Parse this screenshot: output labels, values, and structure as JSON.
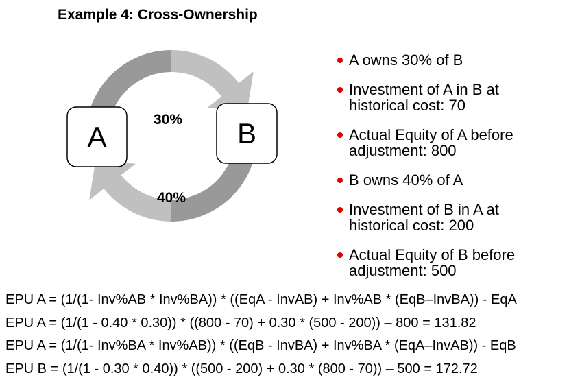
{
  "title": "Example 4: Cross-Ownership",
  "colors": {
    "bullet_dot": "#e00000",
    "arc_dark": "#999999",
    "arc_light": "#c0c0c0",
    "box_fill": "#ffffff",
    "box_border": "#000000"
  },
  "diagram": {
    "box_a": "A",
    "box_b": "B",
    "label_a_to_b": "30%",
    "label_b_to_a": "40%"
  },
  "bullets": [
    "A owns 30% of B",
    "Investment of A in B at historical cost: 70",
    "Actual Equity of A before adjustment: 800",
    "B owns 40% of A",
    "Investment of B in A at historical cost: 200",
    "Actual Equity of B before adjustment: 500"
  ],
  "formulas": [
    "EPU A = (1/(1- Inv%AB * Inv%BA)) * ((EqA - InvAB) + Inv%AB * (EqB–InvBA)) - EqA",
    "EPU A = (1/(1 - 0.40 * 0.30)) * ((800 - 70) + 0.30 * (500 - 200)) – 800 = 131.82",
    "EPU A = (1/(1- Inv%BA * Inv%AB)) * ((EqB - InvBA) + Inv%BA * (EqA–InvAB)) - EqB",
    "EPU B = (1/(1 - 0.30 * 0.40)) * ((500 - 200) + 0.30 * (800 - 70)) – 500 = 172.72"
  ]
}
